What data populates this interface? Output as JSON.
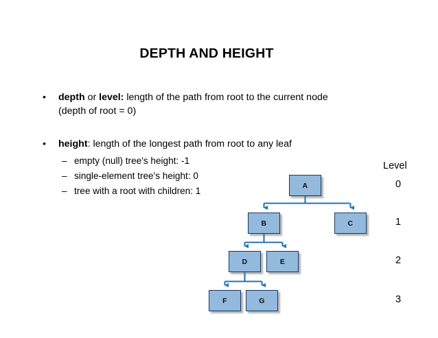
{
  "slide": {
    "title": "DEPTH AND HEIGHT",
    "background_color": "#ffffff"
  },
  "bullets": [
    {
      "marker": "•",
      "lines": [
        [
          {
            "text": "depth",
            "bold": true
          },
          {
            "text": " or ",
            "bold": false
          },
          {
            "text": "level:",
            "bold": true
          },
          {
            "text": " length of the path from root to the current node",
            "bold": false
          }
        ],
        [
          {
            "text": "(depth of root = 0)",
            "bold": false
          }
        ]
      ]
    },
    {
      "marker": "•",
      "lines": [
        [
          {
            "text": "height",
            "bold": true
          },
          {
            "text": ": length of the longest path from root to any leaf",
            "bold": false
          }
        ]
      ]
    }
  ],
  "sub_bullets": [
    {
      "marker": "–",
      "text": "empty (null) tree's height: -1"
    },
    {
      "marker": "–",
      "text": "single-element tree's height: 0"
    },
    {
      "marker": "–",
      "text": "tree with a root with children: 1"
    }
  ],
  "diagram": {
    "node_fill": "#93b9dc",
    "node_border": "#17375e",
    "connector_color": "#2273b5",
    "nodes": [
      {
        "id": "A",
        "label": "A",
        "level": 0
      },
      {
        "id": "B",
        "label": "B",
        "level": 1
      },
      {
        "id": "C",
        "label": "C",
        "level": 1
      },
      {
        "id": "D",
        "label": "D",
        "level": 2
      },
      {
        "id": "E",
        "label": "E",
        "level": 2
      },
      {
        "id": "F",
        "label": "F",
        "level": 3
      },
      {
        "id": "G",
        "label": "G",
        "level": 3
      }
    ],
    "edges": [
      {
        "from": "A",
        "to": "B"
      },
      {
        "from": "A",
        "to": "C"
      },
      {
        "from": "B",
        "to": "D"
      },
      {
        "from": "B",
        "to": "E"
      },
      {
        "from": "D",
        "to": "F"
      },
      {
        "from": "D",
        "to": "G"
      }
    ],
    "level_axis": {
      "header": "Level",
      "values": [
        "0",
        "1",
        "2",
        "3"
      ]
    }
  }
}
